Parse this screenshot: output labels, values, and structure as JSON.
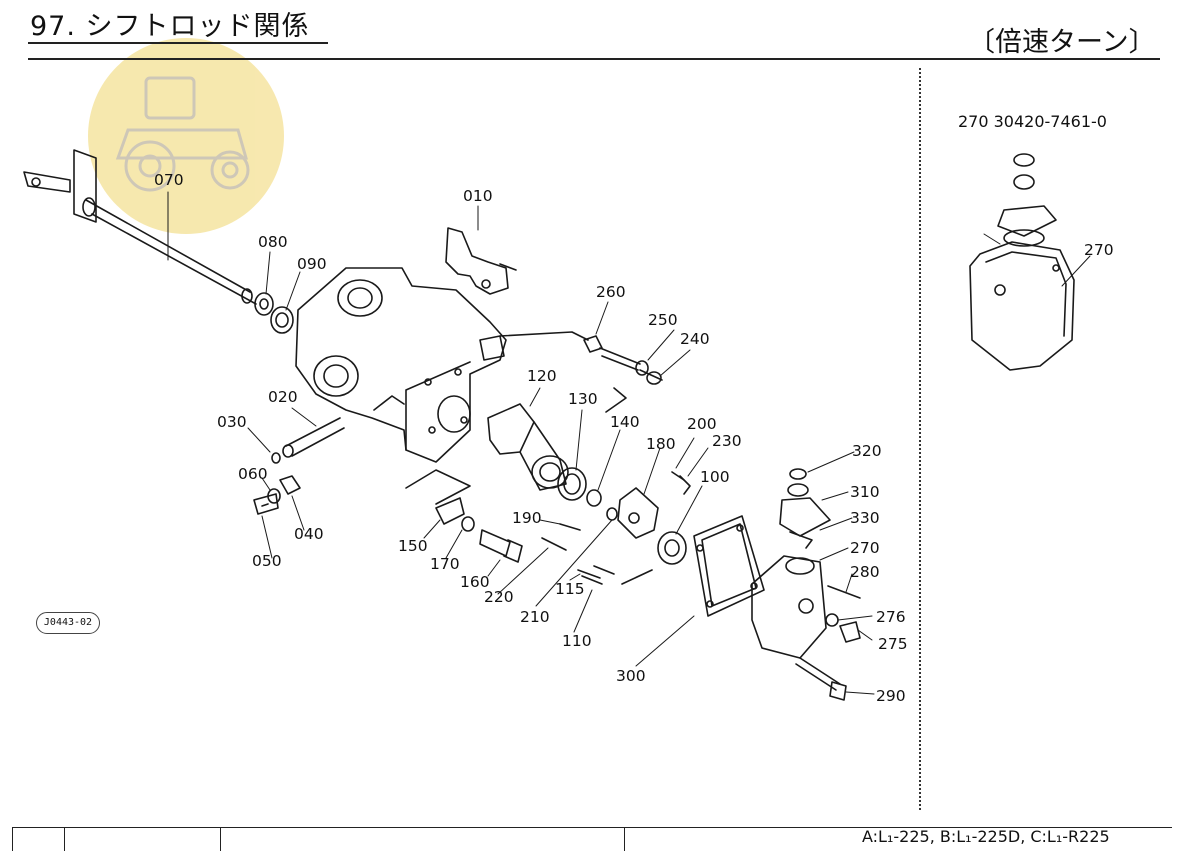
{
  "header": {
    "title": "97. シフトロッド関係",
    "subtitle": "〔倍速ターン〕"
  },
  "inset": {
    "part_number_line": "270    30420-7461-0",
    "label": "270"
  },
  "parts": {
    "p010": "010",
    "p020": "020",
    "p030": "030",
    "p040": "040",
    "p050": "050",
    "p060": "060",
    "p070": "070",
    "p080": "080",
    "p090": "090",
    "p100": "100",
    "p110": "110",
    "p115": "115",
    "p120": "120",
    "p130": "130",
    "p140": "140",
    "p150": "150",
    "p160": "160",
    "p170": "170",
    "p180": "180",
    "p190": "190",
    "p200": "200",
    "p210": "210",
    "p220": "220",
    "p230": "230",
    "p240": "240",
    "p250": "250",
    "p260": "260",
    "p270": "270",
    "p275": "275",
    "p276": "276",
    "p280": "280",
    "p290": "290",
    "p300": "300",
    "p310": "310",
    "p320": "320",
    "p330": "330"
  },
  "stamp": "J0443-02",
  "footer": {
    "models": "A:L₁-225,  B:L₁-225D,  C:L₁-R225"
  },
  "colors": {
    "line": "#1a1a1a",
    "watermark": "#f6e6a6"
  }
}
